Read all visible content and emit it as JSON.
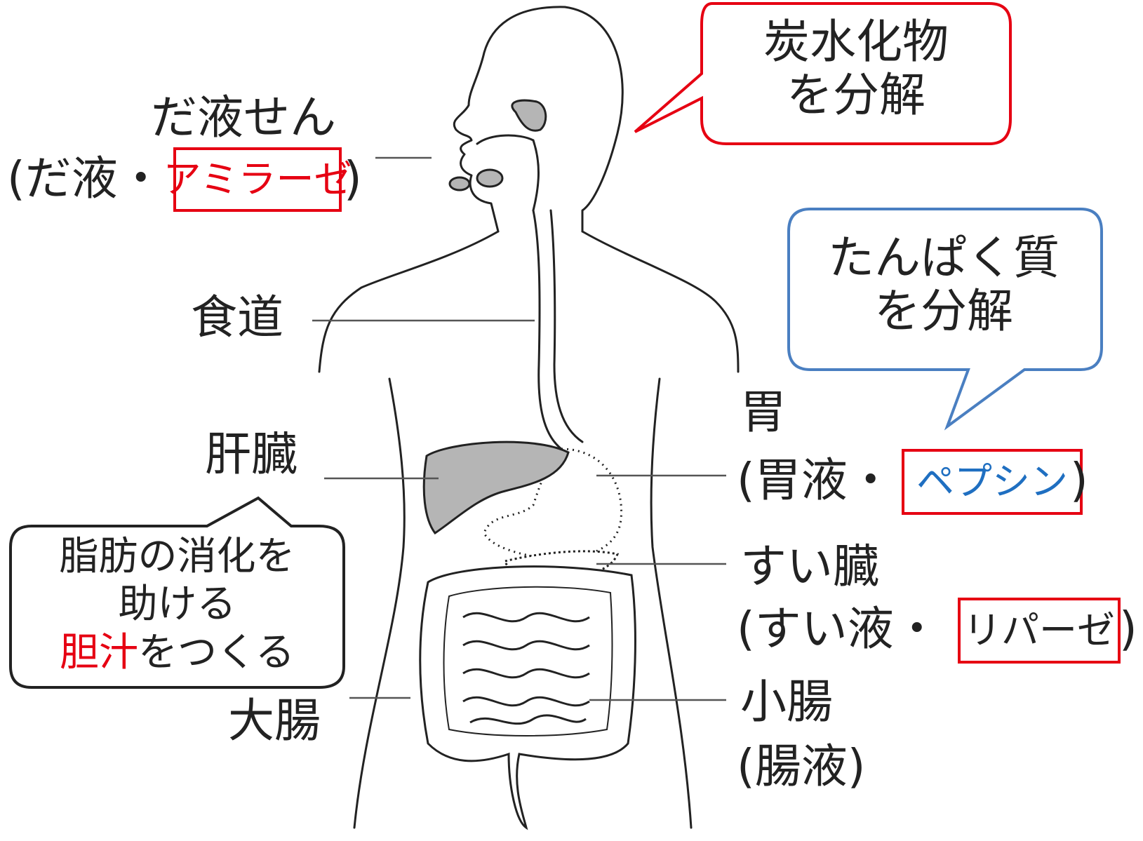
{
  "labels": {
    "salivary_gland": "だ液せん",
    "saliva_prefix": "(だ液・",
    "saliva_suffix": ")",
    "esophagus": "食道",
    "liver": "肝臓",
    "large_intestine": "大腸",
    "stomach": "胃",
    "gastric_prefix": "(胃液・",
    "gastric_suffix": ")",
    "pancreas": "すい臓",
    "pancreatic_prefix": "(すい液・",
    "pancreatic_suffix": ")",
    "small_intestine": "小腸",
    "intestinal_juice": "(腸液)"
  },
  "enzymes": {
    "amylase": "アミラーゼ",
    "pepsin": "ペプシン",
    "lipase": "リパーゼ"
  },
  "callouts": {
    "carbs": {
      "line1": "炭水化物",
      "line2": "を分解"
    },
    "protein": {
      "line1": "たんぱく質",
      "line2": "を分解"
    },
    "fat": {
      "line1": "脂肪の消化を",
      "line2": "助ける",
      "line3_red": "胆汁",
      "line3_rest": "をつくる"
    }
  },
  "colors": {
    "enzyme_box_border": "#e60012",
    "amylase_text": "#e60012",
    "pepsin_text": "#1f6fc1",
    "lipase_text": "#222222",
    "bile_text": "#e60012",
    "carbs_bubble": "#e60012",
    "protein_bubble": "#4a7fc1",
    "fat_bubble": "#222222",
    "organ_fill": "#b5b5b5"
  }
}
